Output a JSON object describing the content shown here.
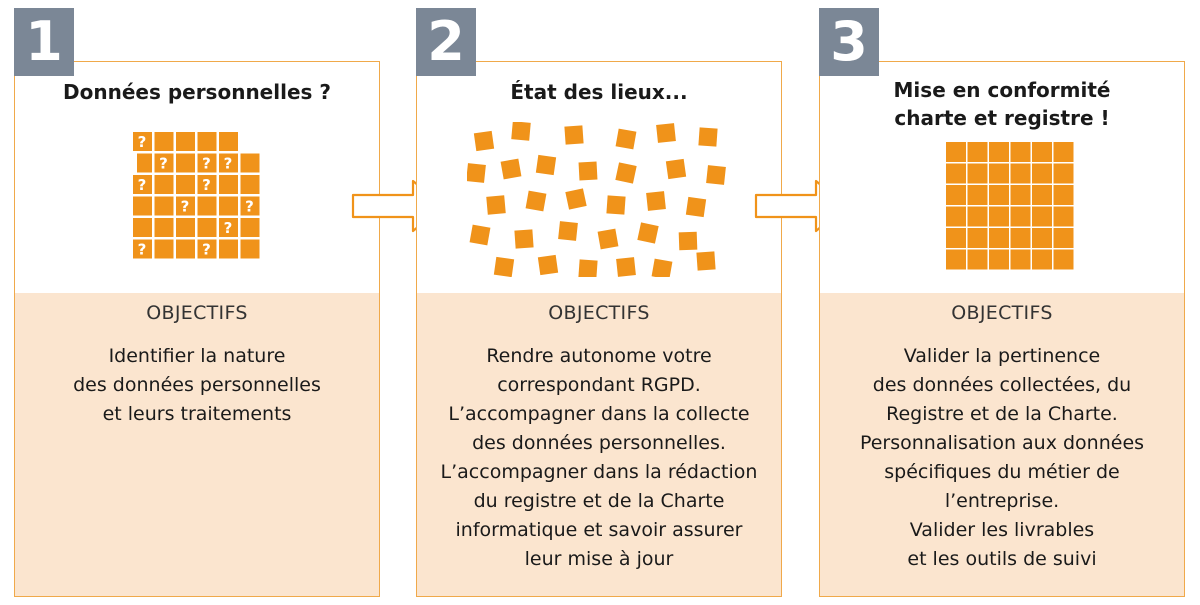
{
  "steps": [
    {
      "number": "1",
      "title_lines": [
        "Données personnelles ?"
      ],
      "objectives_label": "OBJECTIFS",
      "objective_lines": [
        "Identifier la nature",
        "des données personnelles",
        "et leurs traitements"
      ]
    },
    {
      "number": "2",
      "title_lines": [
        "État des lieux..."
      ],
      "objectives_label": "OBJECTIFS",
      "objective_lines": [
        "Rendre autonome votre",
        "correspondant RGPD.",
        "L’accompagner dans la collecte",
        "des données personnelles.",
        "L’accompagner dans la rédaction",
        "du registre et de la Charte",
        "informatique et savoir assurer",
        "leur mise à jour"
      ]
    },
    {
      "number": "3",
      "title_lines": [
        "Mise en conformité",
        "charte et registre !"
      ],
      "objectives_label": "OBJECTIFS",
      "objective_lines": [
        "Valider la pertinence",
        "des données collectées, du",
        "Registre et de la Charte.",
        "Personnalisation aux données",
        "spécifiques du métier de",
        "l’entreprise.",
        "Valider les livrables",
        "et les outils de suivi"
      ]
    }
  ],
  "colors": {
    "accent": "#f0931a",
    "border": "#f0a94a",
    "panel": "#fbe5cf",
    "badge": "#7b8796"
  },
  "icons": {
    "grid_question": "?",
    "arrow": "arrow-right-outline-icon"
  }
}
